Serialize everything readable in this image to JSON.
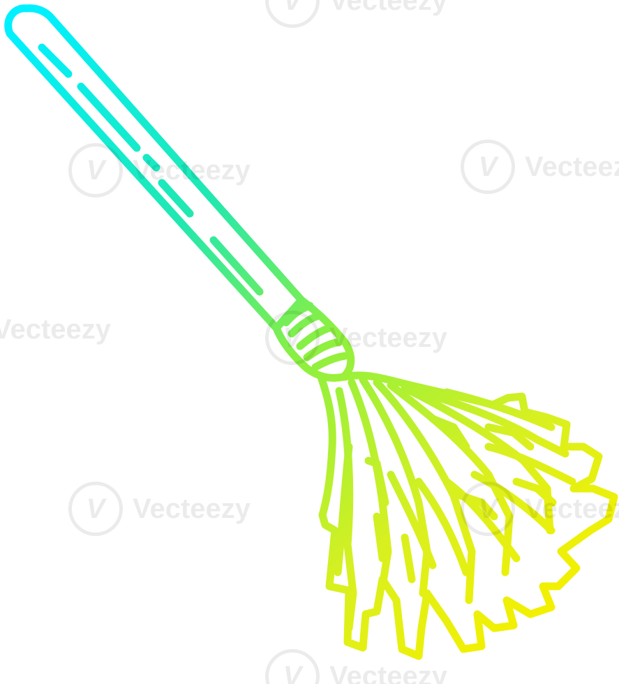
{
  "image": {
    "subject": "broom",
    "gradient_colors": [
      "#00f0ff",
      "#20e8c8",
      "#8cf040",
      "#d8f020",
      "#f4f000"
    ]
  },
  "watermark": {
    "text": "Vecteezy",
    "logo_glyph": "V"
  }
}
